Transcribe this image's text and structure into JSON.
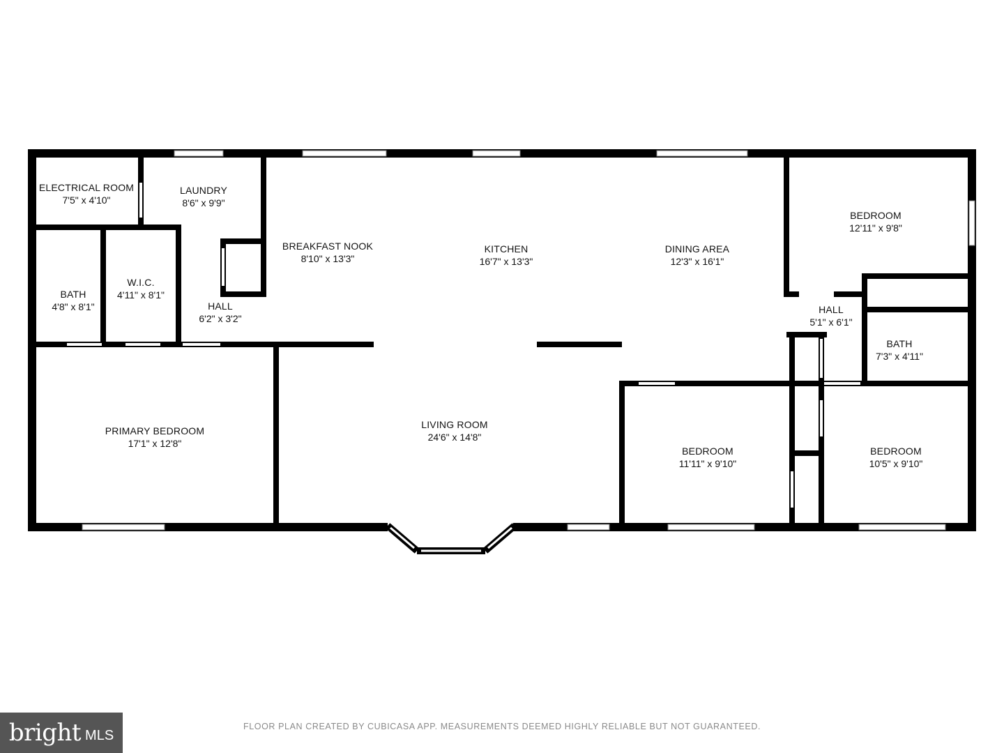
{
  "rooms": [
    {
      "name": "ELECTRICAL ROOM",
      "dim": "7'5\" x 4'10\""
    },
    {
      "name": "LAUNDRY",
      "dim": "8'6\" x 9'9\""
    },
    {
      "name": "BREAKFAST NOOK",
      "dim": "8'10\" x 13'3\""
    },
    {
      "name": "KITCHEN",
      "dim": "16'7\" x 13'3\""
    },
    {
      "name": "DINING AREA",
      "dim": "12'3\" x 16'1\""
    },
    {
      "name": "BEDROOM",
      "dim": "12'11\" x 9'8\""
    },
    {
      "name": "BATH",
      "dim": "4'8\" x 8'1\""
    },
    {
      "name": "W.I.C.",
      "dim": "4'11\" x 8'1\""
    },
    {
      "name": "HALL",
      "dim": "6'2\" x 3'2\""
    },
    {
      "name": "HALL",
      "dim": "5'1\" x 6'1\""
    },
    {
      "name": "BATH",
      "dim": "7'3\" x 4'11\""
    },
    {
      "name": "PRIMARY BEDROOM",
      "dim": "17'1\" x 12'8\""
    },
    {
      "name": "LIVING ROOM",
      "dim": "24'6\" x 14'8\""
    },
    {
      "name": "BEDROOM",
      "dim": "11'11\" x 9'10\""
    },
    {
      "name": "BEDROOM",
      "dim": "10'5\" x 9'10\""
    }
  ],
  "footer": {
    "note": "FLOOR PLAN CREATED BY CUBICASA APP. MEASUREMENTS DEEMED HIGHLY RELIABLE BUT NOT GUARANTEED."
  },
  "logo": {
    "brand": "bright",
    "suffix": "MLS"
  },
  "colors": {
    "wall": "#000000",
    "window": "#ffffff",
    "logo_bg": "#555555"
  }
}
